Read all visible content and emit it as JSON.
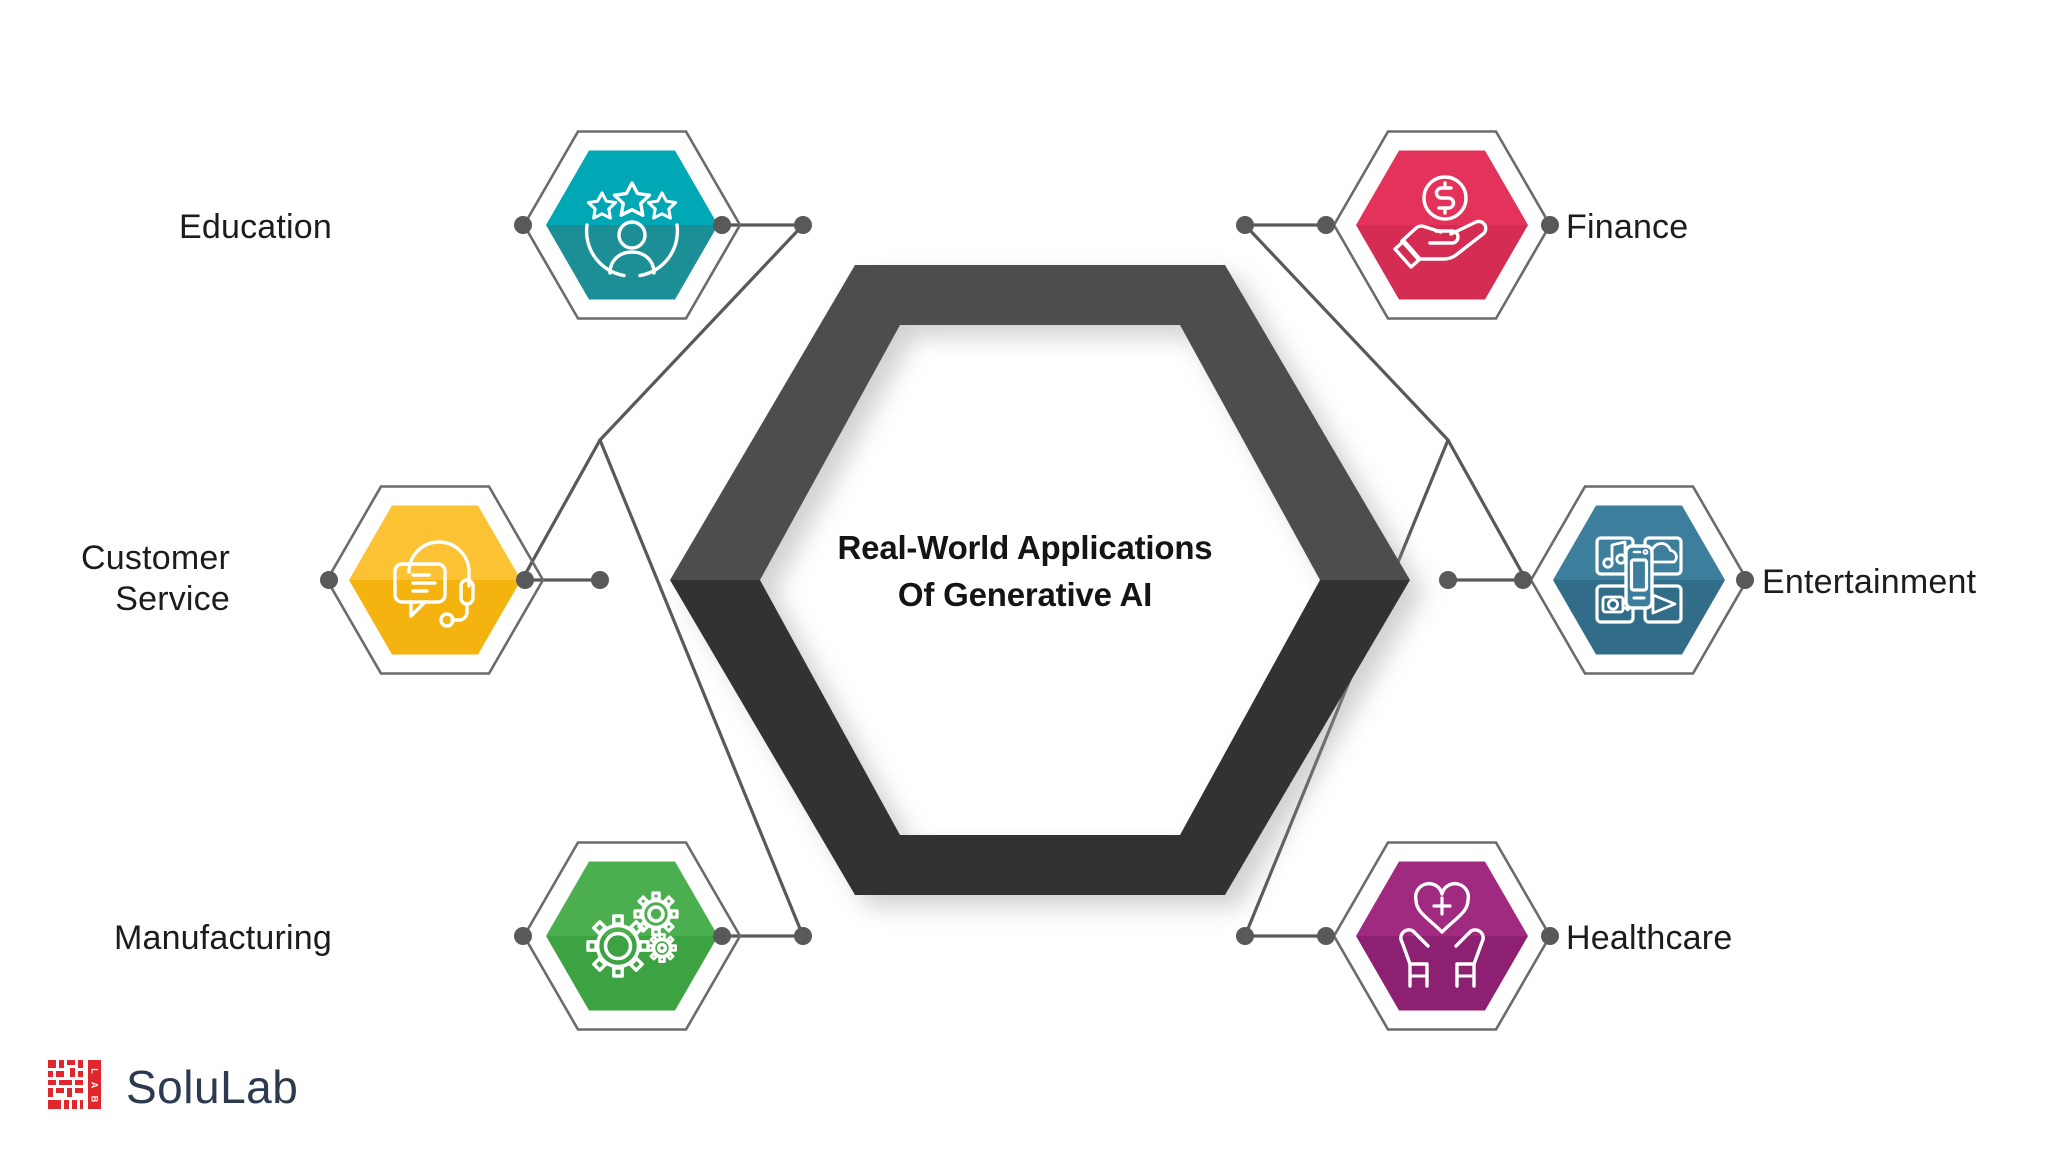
{
  "center": {
    "title": "Real-World Applications\nOf Generative AI",
    "hex_top_color": "#4d4d4d",
    "hex_bottom_color": "#333333"
  },
  "nodes": [
    {
      "id": "education",
      "label": "Education",
      "icon": "person-stars-icon",
      "side": "left",
      "color_top": "#00a8b5",
      "color_bottom": "#1b8e96"
    },
    {
      "id": "customer-service",
      "label": "Customer\nService",
      "icon": "headset-chat-icon",
      "side": "left",
      "color_top": "#fbc334",
      "color_bottom": "#f4b30e"
    },
    {
      "id": "manufacturing",
      "label": "Manufacturing",
      "icon": "gears-icon",
      "side": "left",
      "color_top": "#4caf4f",
      "color_bottom": "#3da342"
    },
    {
      "id": "finance",
      "label": "Finance",
      "icon": "hand-coin-icon",
      "side": "right",
      "color_top": "#e4335a",
      "color_bottom": "#d42c53"
    },
    {
      "id": "entertainment",
      "label": "Entertainment",
      "icon": "media-phone-icon",
      "side": "right",
      "color_top": "#3c7e9c",
      "color_bottom": "#316d89"
    },
    {
      "id": "healthcare",
      "label": "Healthcare",
      "icon": "hands-heart-cross-icon",
      "side": "right",
      "color_top": "#a02a7f",
      "color_bottom": "#8d2070"
    }
  ],
  "connector": {
    "line_color": "#595959",
    "dot_color": "#595959"
  },
  "brand": {
    "name": "SoluLab",
    "mark_text": "LAB",
    "mark_color": "#e1272e",
    "name_color": "#2b3a4e"
  }
}
